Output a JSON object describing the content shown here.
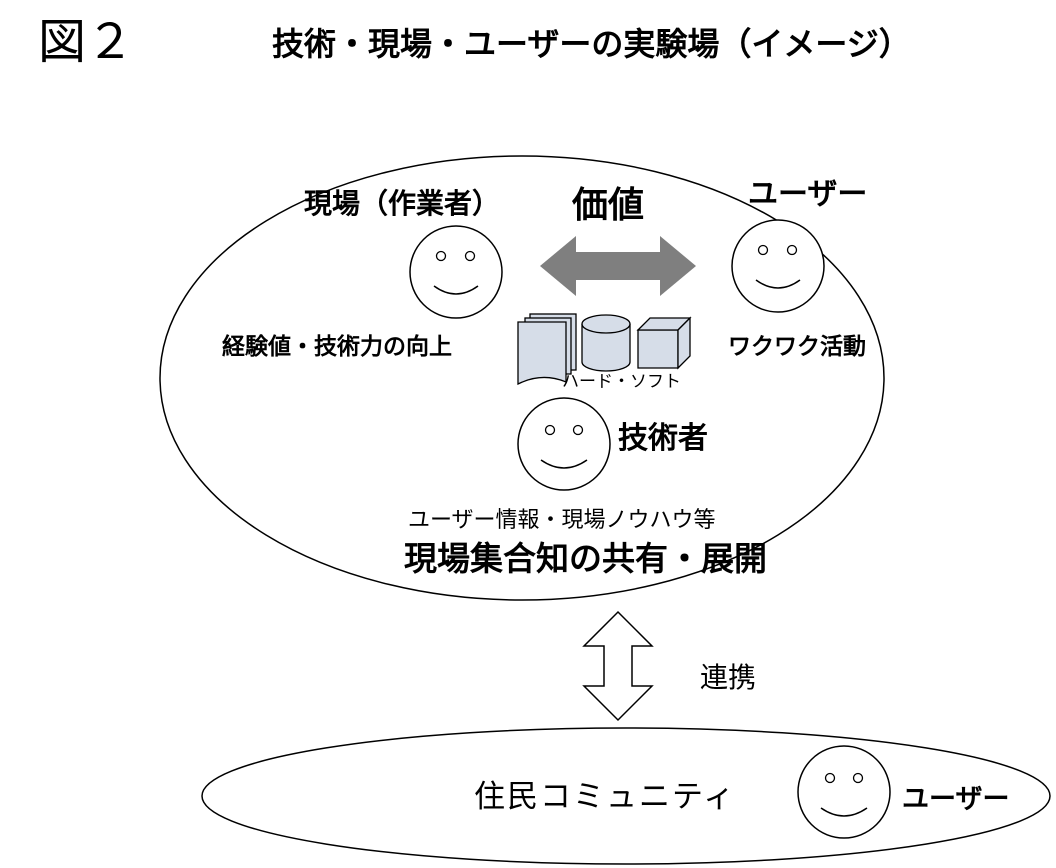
{
  "figure": {
    "label": "図２",
    "title": "技術・現場・ユーザーの実験場（イメージ）"
  },
  "labels": {
    "genba": "現場（作業者）",
    "value": "価値",
    "user": "ユーザー",
    "experience": "経験値・技術力の向上",
    "wakuwaku": "ワクワク活動",
    "hardware_software": "ハード・ソフト",
    "engineer": "技術者",
    "info": "ユーザー情報・現場ノウハウ等",
    "share": "現場集合知の共有・展開",
    "renkei": "連携",
    "community": "住民コミュニティ",
    "community_user": "ユーザー"
  },
  "colors": {
    "arrow_fill": "#7f7f7f",
    "shape_fill": "#d6dde8",
    "stroke": "#000000"
  },
  "icons": [
    "smiley-face-icon",
    "document-stack-icon",
    "database-cylinder-icon",
    "cube-icon",
    "bidirectional-arrow-icon"
  ]
}
